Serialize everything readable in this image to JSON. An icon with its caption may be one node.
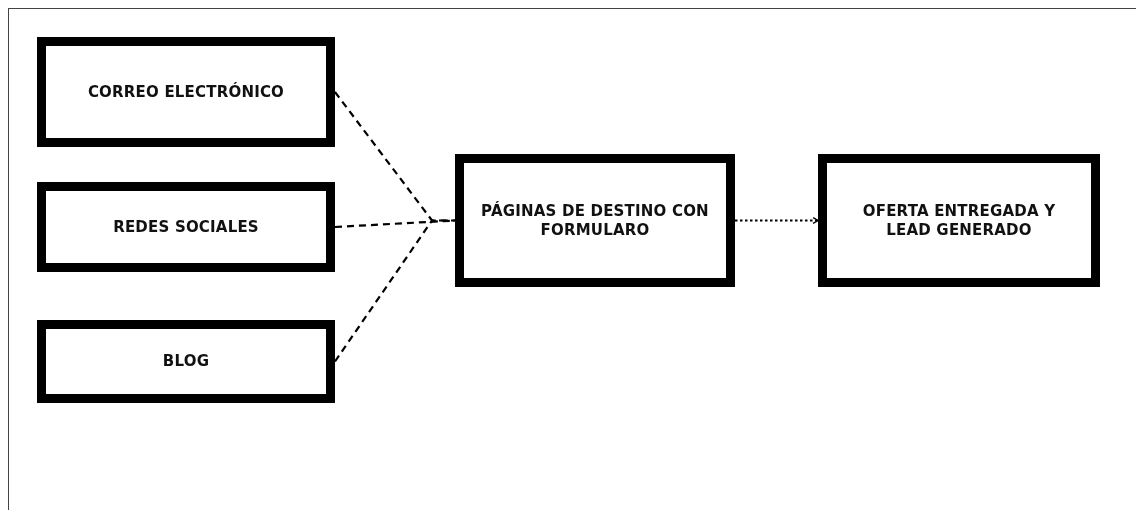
{
  "diagram": {
    "nodes": [
      {
        "text": [
          "CORREO ELECTRÓNICO"
        ]
      },
      {
        "text": [
          "REDES SOCIALES"
        ]
      },
      {
        "text": [
          "BLOG"
        ]
      },
      {
        "text": [
          "PÁGINAS DE DESTINO CON FORMULARO"
        ]
      },
      {
        "text": [
          "OFERTA ENTREGADA Y LEAD GENERADO"
        ]
      }
    ],
    "edges": [
      {
        "from": 0,
        "to": 3,
        "arrow": "none",
        "style": "dashed"
      },
      {
        "from": 1,
        "to": 3,
        "arrow": "none",
        "style": "dashed"
      },
      {
        "from": 2,
        "to": 3,
        "arrow": "none",
        "style": "dashed"
      },
      {
        "from": 3,
        "to": 4,
        "arrow": "to",
        "style": "dashed"
      }
    ]
  }
}
